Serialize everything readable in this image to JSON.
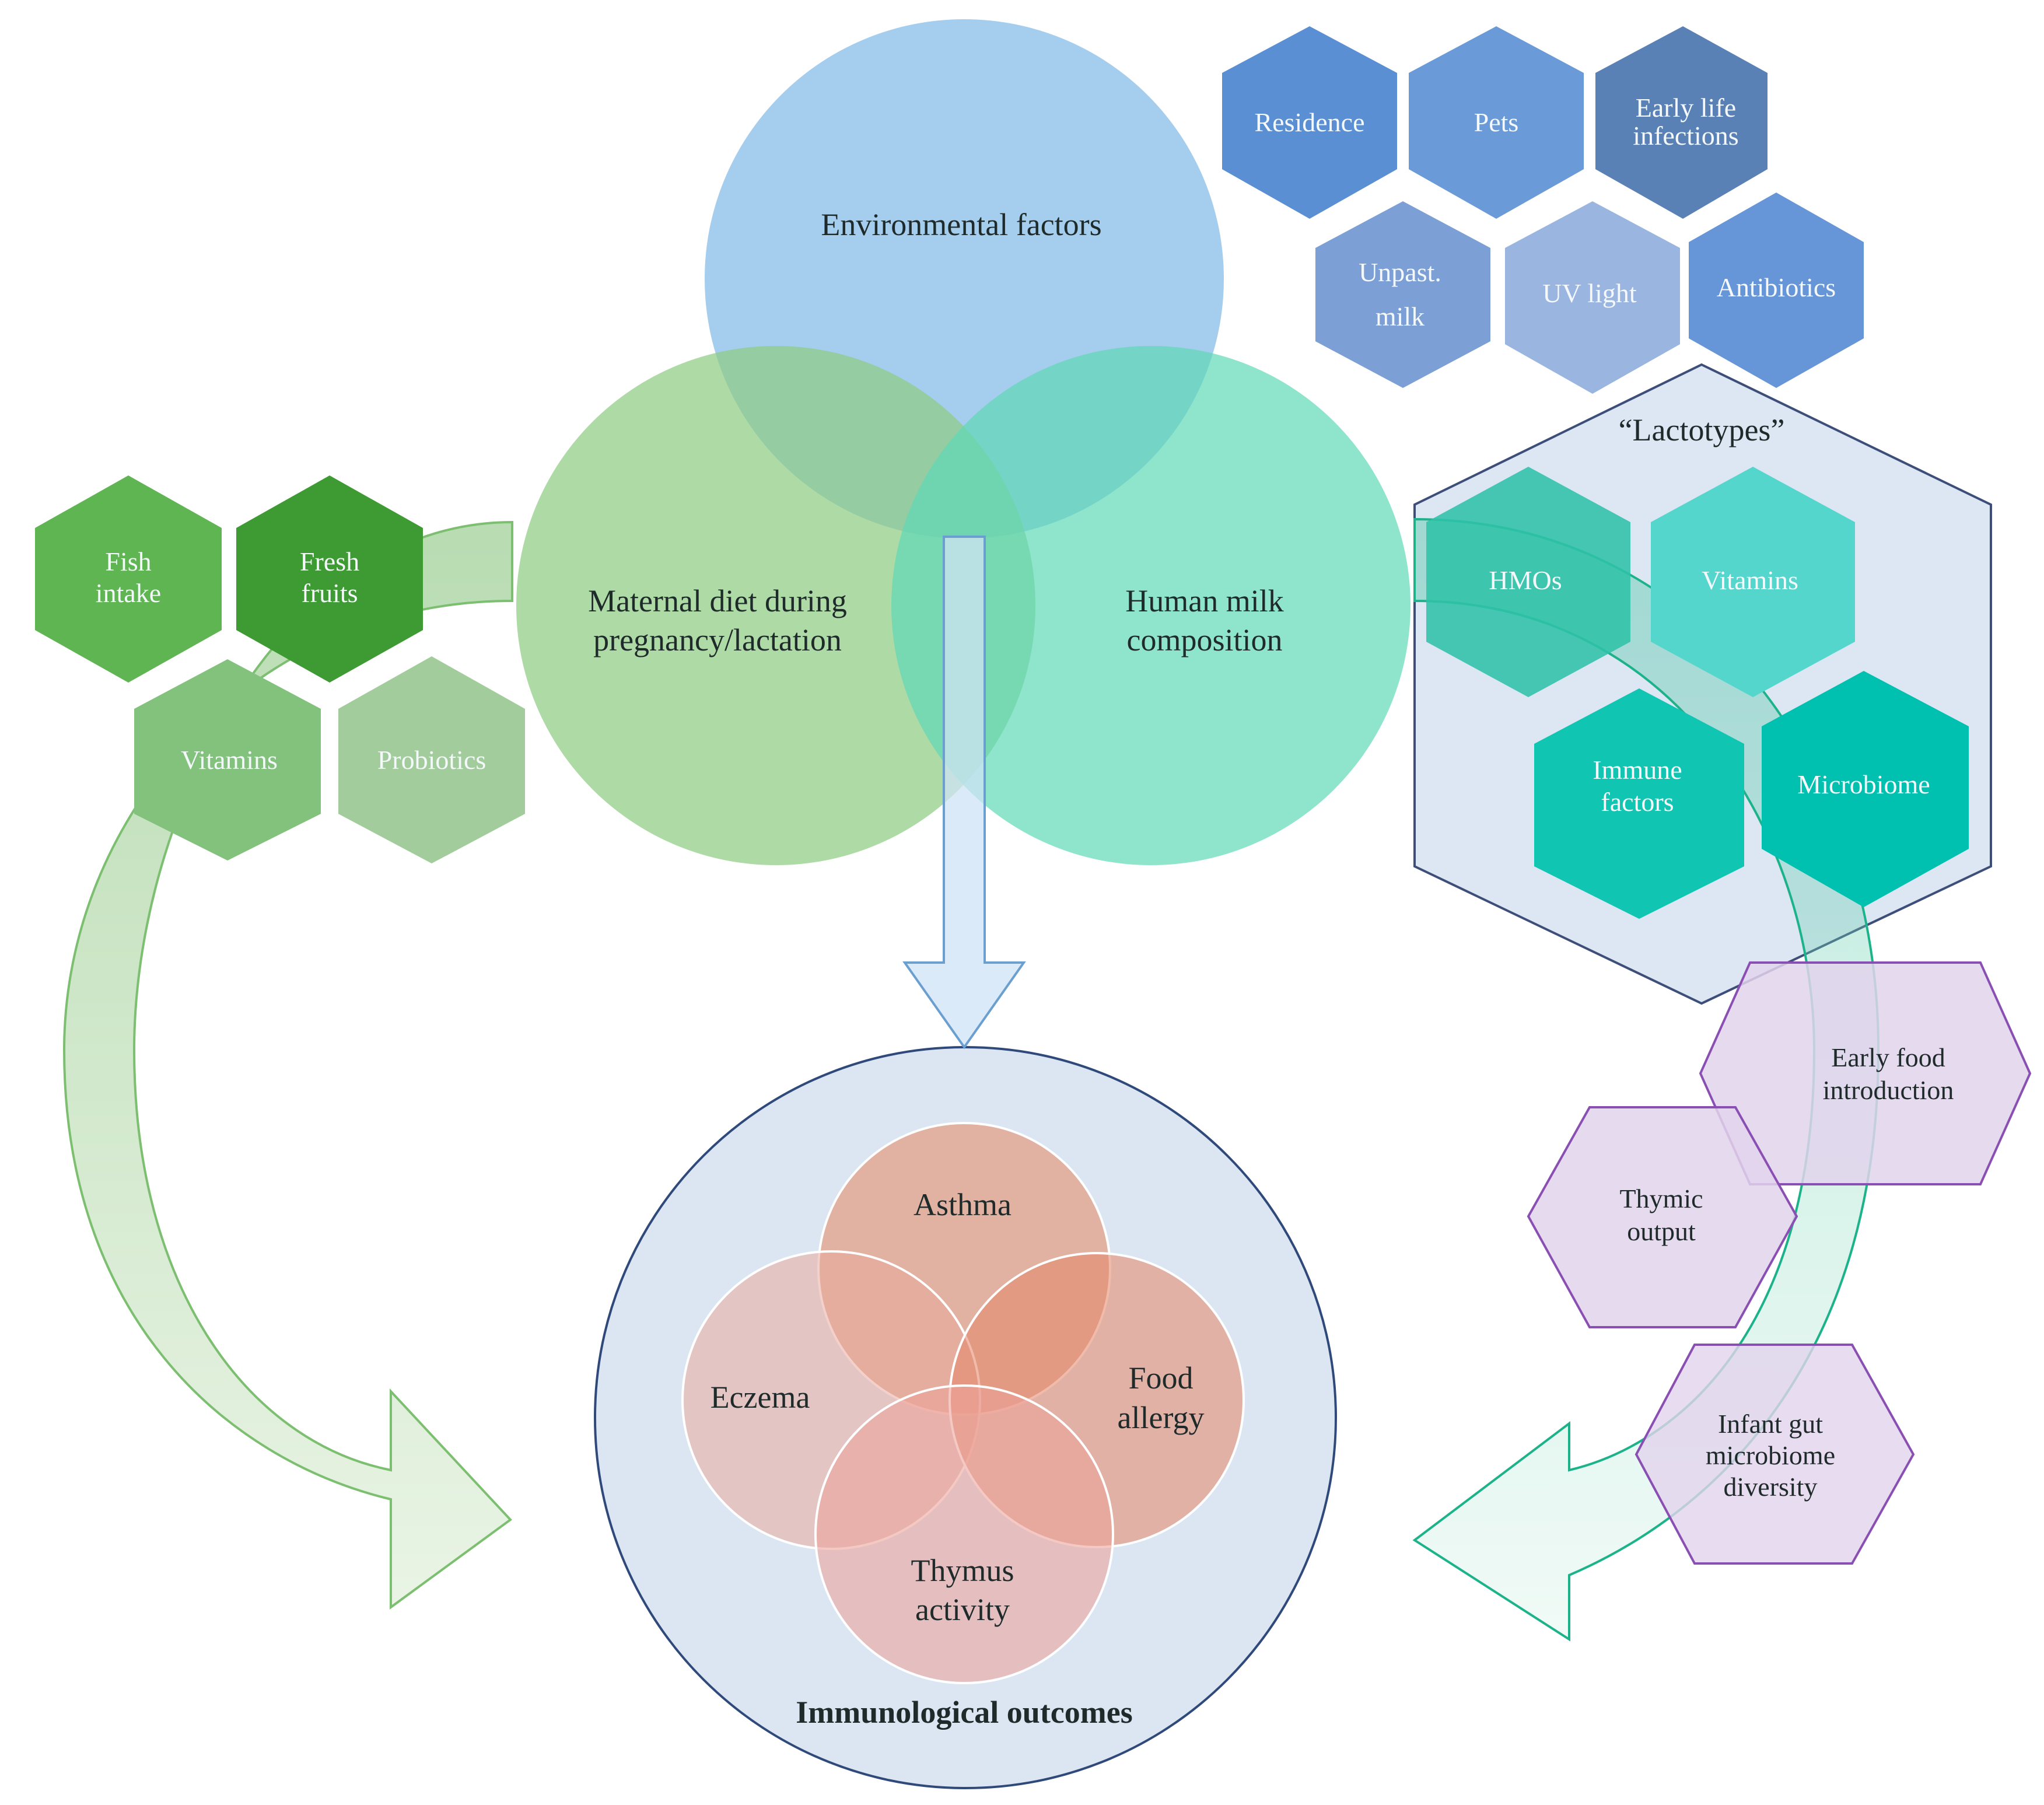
{
  "venn_top": {
    "environment": "Environmental factors",
    "maternal": [
      "Maternal diet during",
      "pregnancy/lactation"
    ],
    "milk": [
      "Human milk",
      "composition"
    ]
  },
  "environment_factors": {
    "residence": "Residence",
    "pets": "Pets",
    "early_infections": [
      "Early life",
      "infections"
    ],
    "unpast_milk": [
      "Unpast.",
      "milk"
    ],
    "uv_light": "UV light",
    "antibiotics": "Antibiotics"
  },
  "diet_factors": {
    "fish": [
      "Fish",
      "intake"
    ],
    "fruits": [
      "Fresh",
      "fruits"
    ],
    "vitamins": "Vitamins",
    "probiotics": "Probiotics"
  },
  "lactotypes": {
    "title": "“Lactotypes”",
    "hmos": "HMOs",
    "vitamins": "Vitamins",
    "immune": [
      "Immune",
      "factors"
    ],
    "microbiome": "Microbiome"
  },
  "infant_factors": {
    "early_food": [
      "Early food",
      "introduction"
    ],
    "thymic": [
      "Thymic",
      "output"
    ],
    "gut": [
      "Infant gut",
      "microbiome",
      "diversity"
    ]
  },
  "outcomes": {
    "title": "Immunological outcomes",
    "asthma": "Asthma",
    "eczema": "Eczema",
    "food_allergy": [
      "Food",
      "allergy"
    ],
    "thymus": [
      "Thymus",
      "activity"
    ]
  },
  "colors": {
    "env_blue": "#8fc0e8",
    "diet_green": "#8fcc84",
    "milk_teal": "#5fd8b6",
    "outcome_salmon": "#e3a491",
    "infant_purple": "#e2d3ec"
  }
}
